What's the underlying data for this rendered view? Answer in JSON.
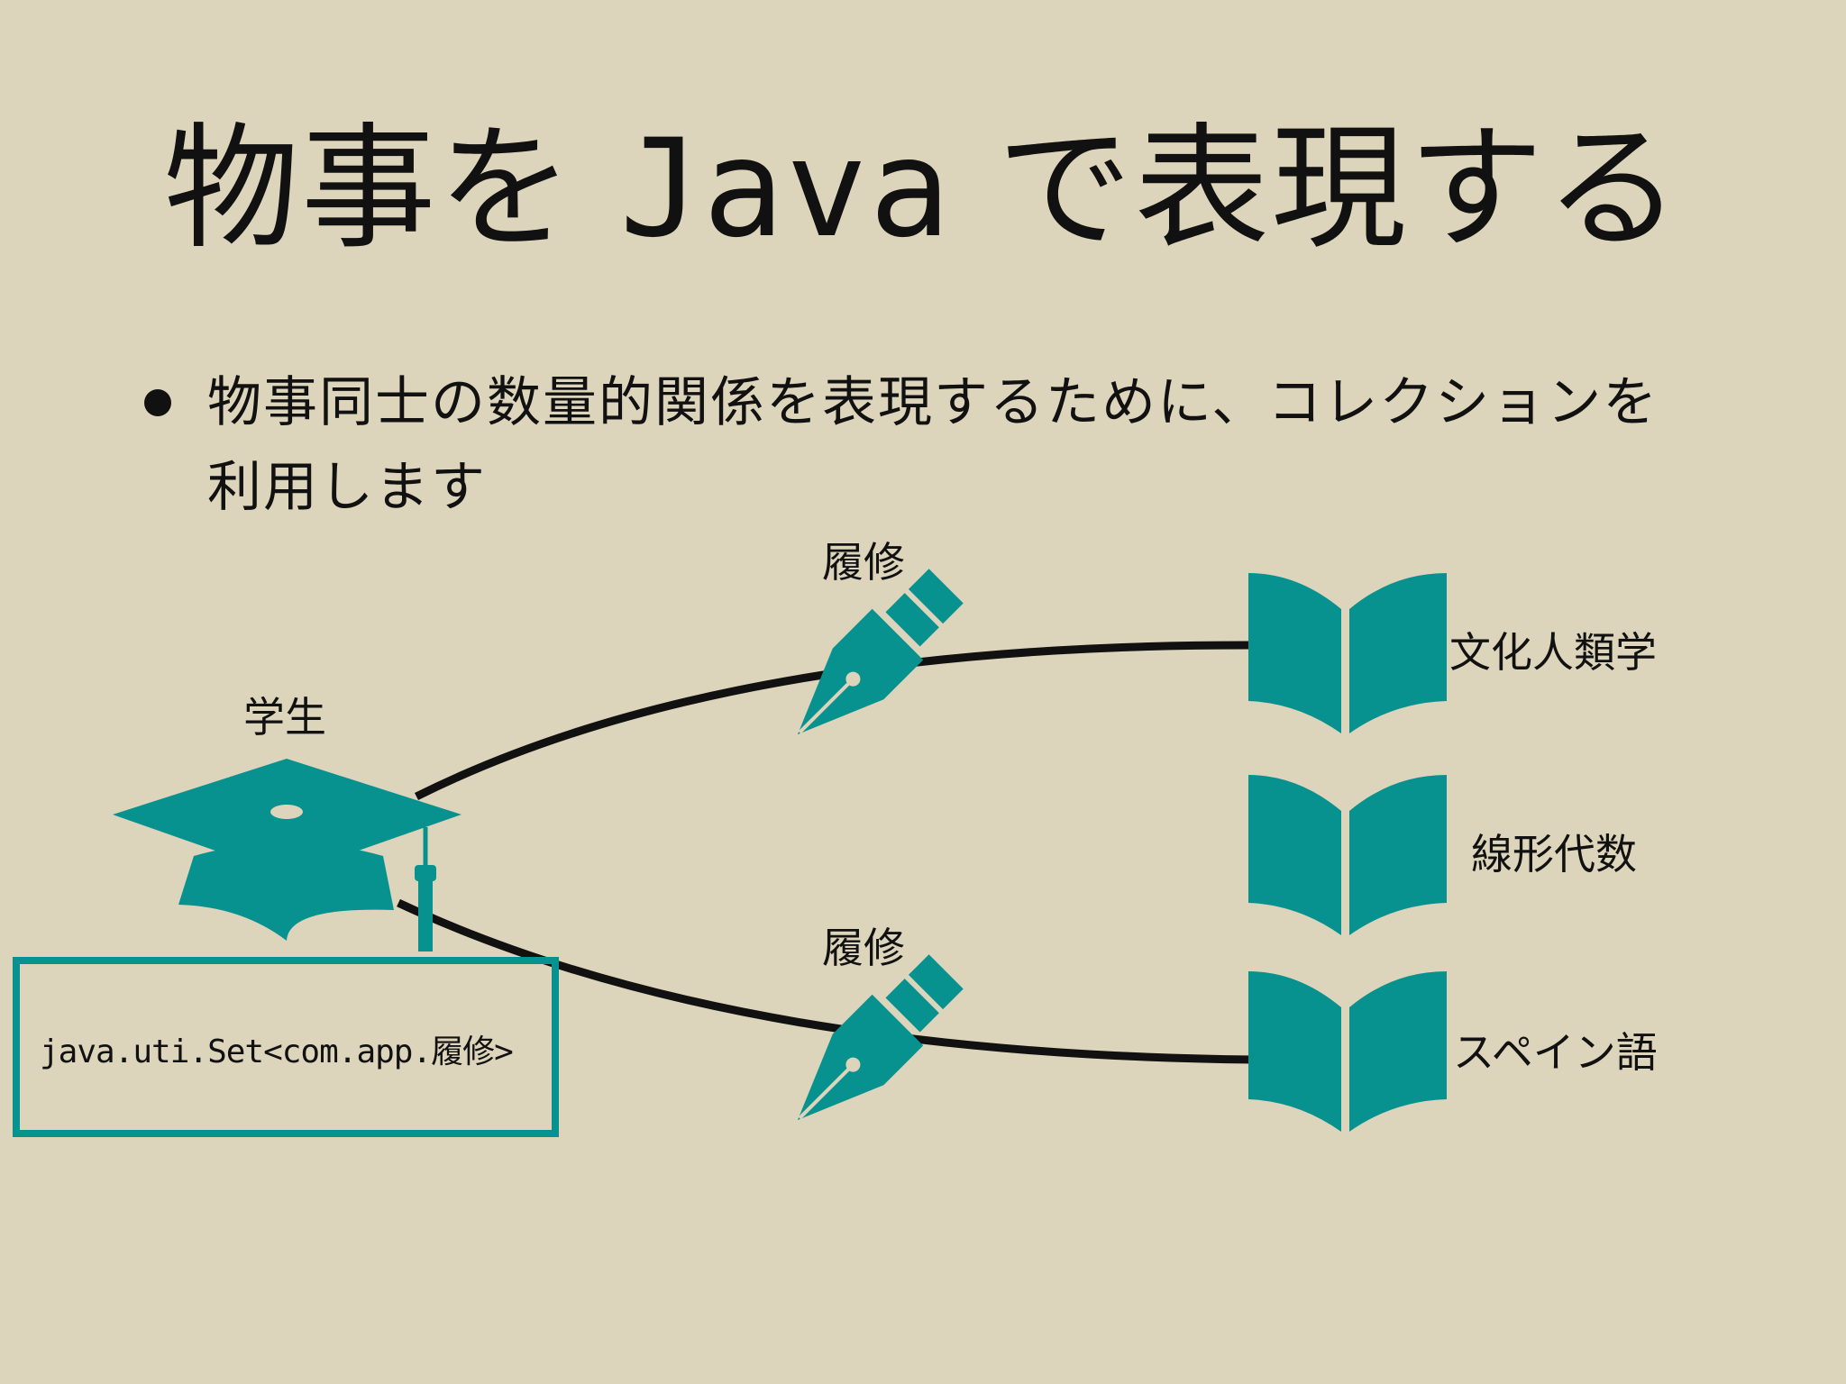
{
  "slide": {
    "title_prefix": "物事を ",
    "title_code": "Java",
    "title_suffix": " で表現する",
    "bullet": "物事同士の数量的関係を表現するために、コレクションを利用します"
  },
  "diagram": {
    "student_label": "学生",
    "relation_top_label": "履修",
    "relation_bottom_label": "履修",
    "courses": [
      "文化人類学",
      "線形代数",
      "スペイン語"
    ],
    "code_type": "java.uti.Set<com.app.履修>"
  },
  "colors": {
    "background": "#ddd5bb",
    "accent": "#08928f",
    "text": "#111111"
  },
  "icons": {
    "student": "graduation-cap-icon",
    "relation": "fountain-pen-icon",
    "course": "open-book-icon"
  }
}
